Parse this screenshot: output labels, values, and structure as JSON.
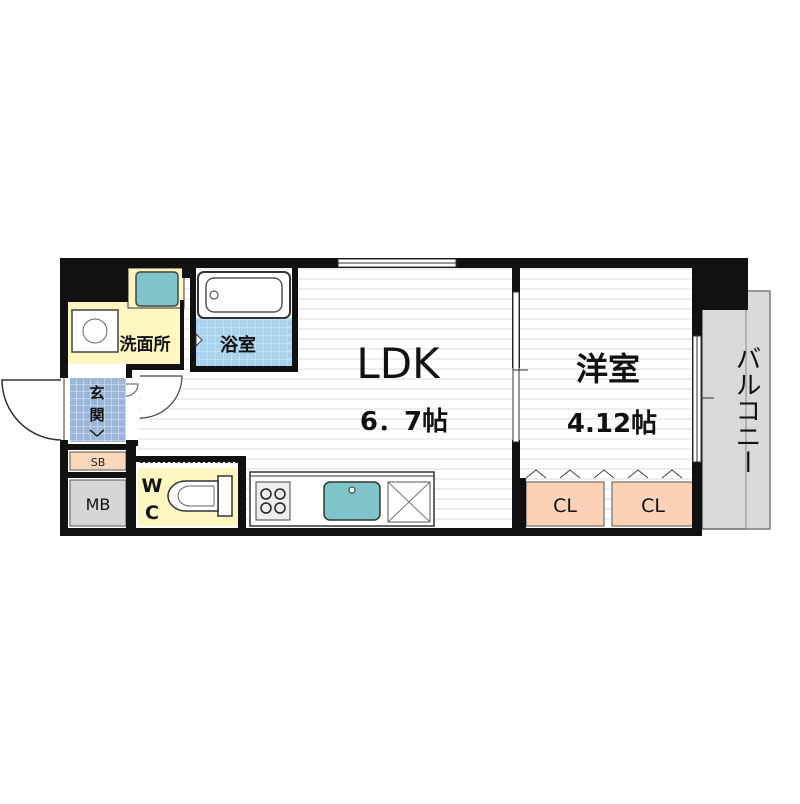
{
  "rooms": {
    "ldk": {
      "name": "LDK",
      "size": "6．7帖"
    },
    "western": {
      "name": "洋室",
      "size": "4.12帖"
    },
    "bath": {
      "name": "浴室"
    },
    "washroom": {
      "name": "洗面所"
    },
    "entrance": {
      "name": "玄関"
    },
    "toilet": {
      "name": "WC"
    },
    "balcony": {
      "name": "バルコニー"
    },
    "closet_1": {
      "name": "CL"
    },
    "closet_2": {
      "name": "CL"
    },
    "shoe_box": {
      "name": "SB"
    },
    "meter_box": {
      "name": "MB"
    }
  },
  "colors": {
    "wall": "#111111",
    "floor_stripe": "#d8d8d8",
    "wet_area": "#fdf6c0",
    "bath_tile": "#a9d2ec",
    "entrance_tile": "#9bb6d8",
    "closet": "#fbd2b8",
    "shoe_box": "#fad7b8",
    "meter_box": "#d6d6d6",
    "balcony": "#d9d9d9",
    "fixture": "#7fc4c8"
  }
}
